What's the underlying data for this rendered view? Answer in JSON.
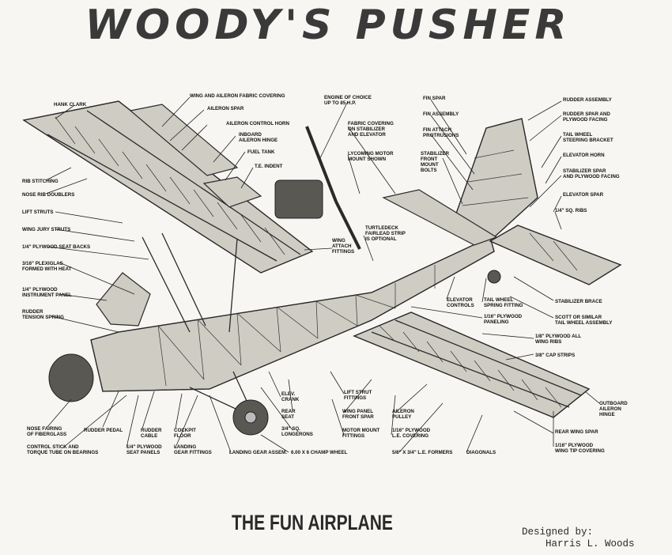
{
  "title": "WOODY'S PUSHER",
  "subtitle": "THE FUN AIRPLANE",
  "credit": {
    "line1": "Designed by:",
    "line2": "Harris L. Woods"
  },
  "labels": {
    "wing_fabric": "WING AND AILERON FABRIC COVERING",
    "hank_clark": "HANK CLARK",
    "aileron_spar": "AILERON SPAR",
    "aileron_horn": "AILERON CONTROL HORN",
    "inboard_hinge_1": "INBOARD",
    "inboard_hinge_2": "AILERON HINGE",
    "fuel_tank": "FUEL TANK",
    "te_indent": "T.E. INDENT",
    "engine_1": "ENGINE OF CHOICE",
    "engine_2": "UP TO 85 H.P.",
    "fabric_stab_1": "FABRIC COVERING",
    "fabric_stab_2": "ON STABILIZER",
    "fabric_stab_3": "AND ELEVATOR",
    "lycoming_1": "LYCOMING MOTOR",
    "lycoming_2": "MOUNT SHOWN",
    "fin_spar": "FIN SPAR",
    "fin_assembly": "FIN ASSEMBLY",
    "fin_attach_1": "FIN ATTACH",
    "fin_attach_2": "PROTRUSIONS",
    "stab_bolts_1": "STABILIZER",
    "stab_bolts_2": "FRONT",
    "stab_bolts_3": "MOUNT",
    "stab_bolts_4": "BOLTS",
    "rudder_assembly": "RUDDER ASSEMBLY",
    "rudder_spar_1": "RUDDER SPAR AND",
    "rudder_spar_2": "PLYWOOD FACING",
    "tail_steering_1": "TAIL WHEEL",
    "tail_steering_2": "STEERING BRACKET",
    "elevator_horn": "ELEVATOR HORN",
    "stab_spar_1": "STABILIZER SPAR",
    "stab_spar_2": "AND PLYWOOD FACING",
    "elevator_spar": "ELEVATOR SPAR",
    "sq_ribs": "1/4\" SQ. RIBS",
    "rib_stitching": "RIB STITCHING",
    "nose_rib": "NOSE RIB DOUBLERS",
    "lift_struts": "LIFT STRUTS",
    "jury_struts": "WING JURY STRUTS",
    "seat_backs": "1/4\" PLYWOOD SEAT BACKS",
    "plexiglas_1": "3/16\" PLEXIGLAS",
    "plexiglas_2": "FORMED WITH HEAT",
    "instrument_1": "1/4\" PLYWOOD",
    "instrument_2": "INSTRUMENT PANEL",
    "rudder_tension_1": "RUDDER",
    "rudder_tension_2": "TENSION SPRING",
    "turtledeck_1": "TURTLEDECK",
    "turtledeck_2": "FAIRLEAD STRIP",
    "turtledeck_3": "IS OPTIONAL",
    "wing_attach_1": "WING",
    "wing_attach_2": "ATTACH",
    "wing_attach_3": "FITTINGS",
    "elevator_controls_1": "ELEVATOR",
    "elevator_controls_2": "CONTROLS",
    "tail_spring_1": "TAIL WHEEL",
    "tail_spring_2": "SPRING FITTING",
    "paneling_1": "1/16\" PLYWOOD",
    "paneling_2": "PANELING",
    "stab_brace": "STABILIZER BRACE",
    "scott_1": "SCOTT OR SIMILAR",
    "scott_2": "TAIL WHEEL ASSEMBLY",
    "wing_ribs_1": "1/8\" PLYWOOD ALL",
    "wing_ribs_2": "WING RIBS",
    "cap_strips": "3/8\" CAP STRIPS",
    "elev_crank_1": "ELEV.",
    "elev_crank_2": "CRANK",
    "rear_seat_1": "REAR",
    "rear_seat_2": "SEAT",
    "longerons_1": "3/4\" SQ.",
    "longerons_2": "LONGERONS",
    "lift_strut_fittings_1": "LIFT STRUT",
    "lift_strut_fittings_2": "FITTINGS",
    "front_spar_1": "WING PANEL",
    "front_spar_2": "FRONT SPAR",
    "aileron_pulley_1": "AILERON",
    "aileron_pulley_2": "PULLEY",
    "outboard_1": "OUTBOARD",
    "outboard_2": "AILERON",
    "outboard_3": "HINGE",
    "rear_wing_spar": "REAR WING SPAR",
    "wing_tip_1": "1/16\" PLYWOOD",
    "wing_tip_2": "WING TIP COVERING",
    "nose_fairing_1": "NOSE FAIRING",
    "nose_fairing_2": "OF FIBERGLASS",
    "rudder_pedal": "RUDDER PEDAL",
    "rudder_cable_1": "RUDDER",
    "rudder_cable_2": "CABLE",
    "cockpit_floor_1": "COCKPIT",
    "cockpit_floor_2": "FLOOR",
    "motor_mount_1": "MOTOR MOUNT",
    "motor_mount_2": "FITTINGS",
    "le_covering_1": "1/16\" PLYWOOD",
    "le_covering_2": "L.E. COVERING",
    "control_stick_1": "CONTROL STICK AND",
    "control_stick_2": "TORQUE TUBE ON BEARINGS",
    "seat_panels_1": "1/4\" PLYWOOD",
    "seat_panels_2": "SEAT PANELS",
    "gear_fittings_1": "LANDING",
    "gear_fittings_2": "GEAR FITTINGS",
    "landing_gear": "LANDING GEAR ASSEM.",
    "champ_wheel": "6.00 X 6 CHAMP WHEEL",
    "le_formers": "5/8\" X 3/4\" L.E. FORMERS",
    "diagonals": "DIAGONALS"
  }
}
